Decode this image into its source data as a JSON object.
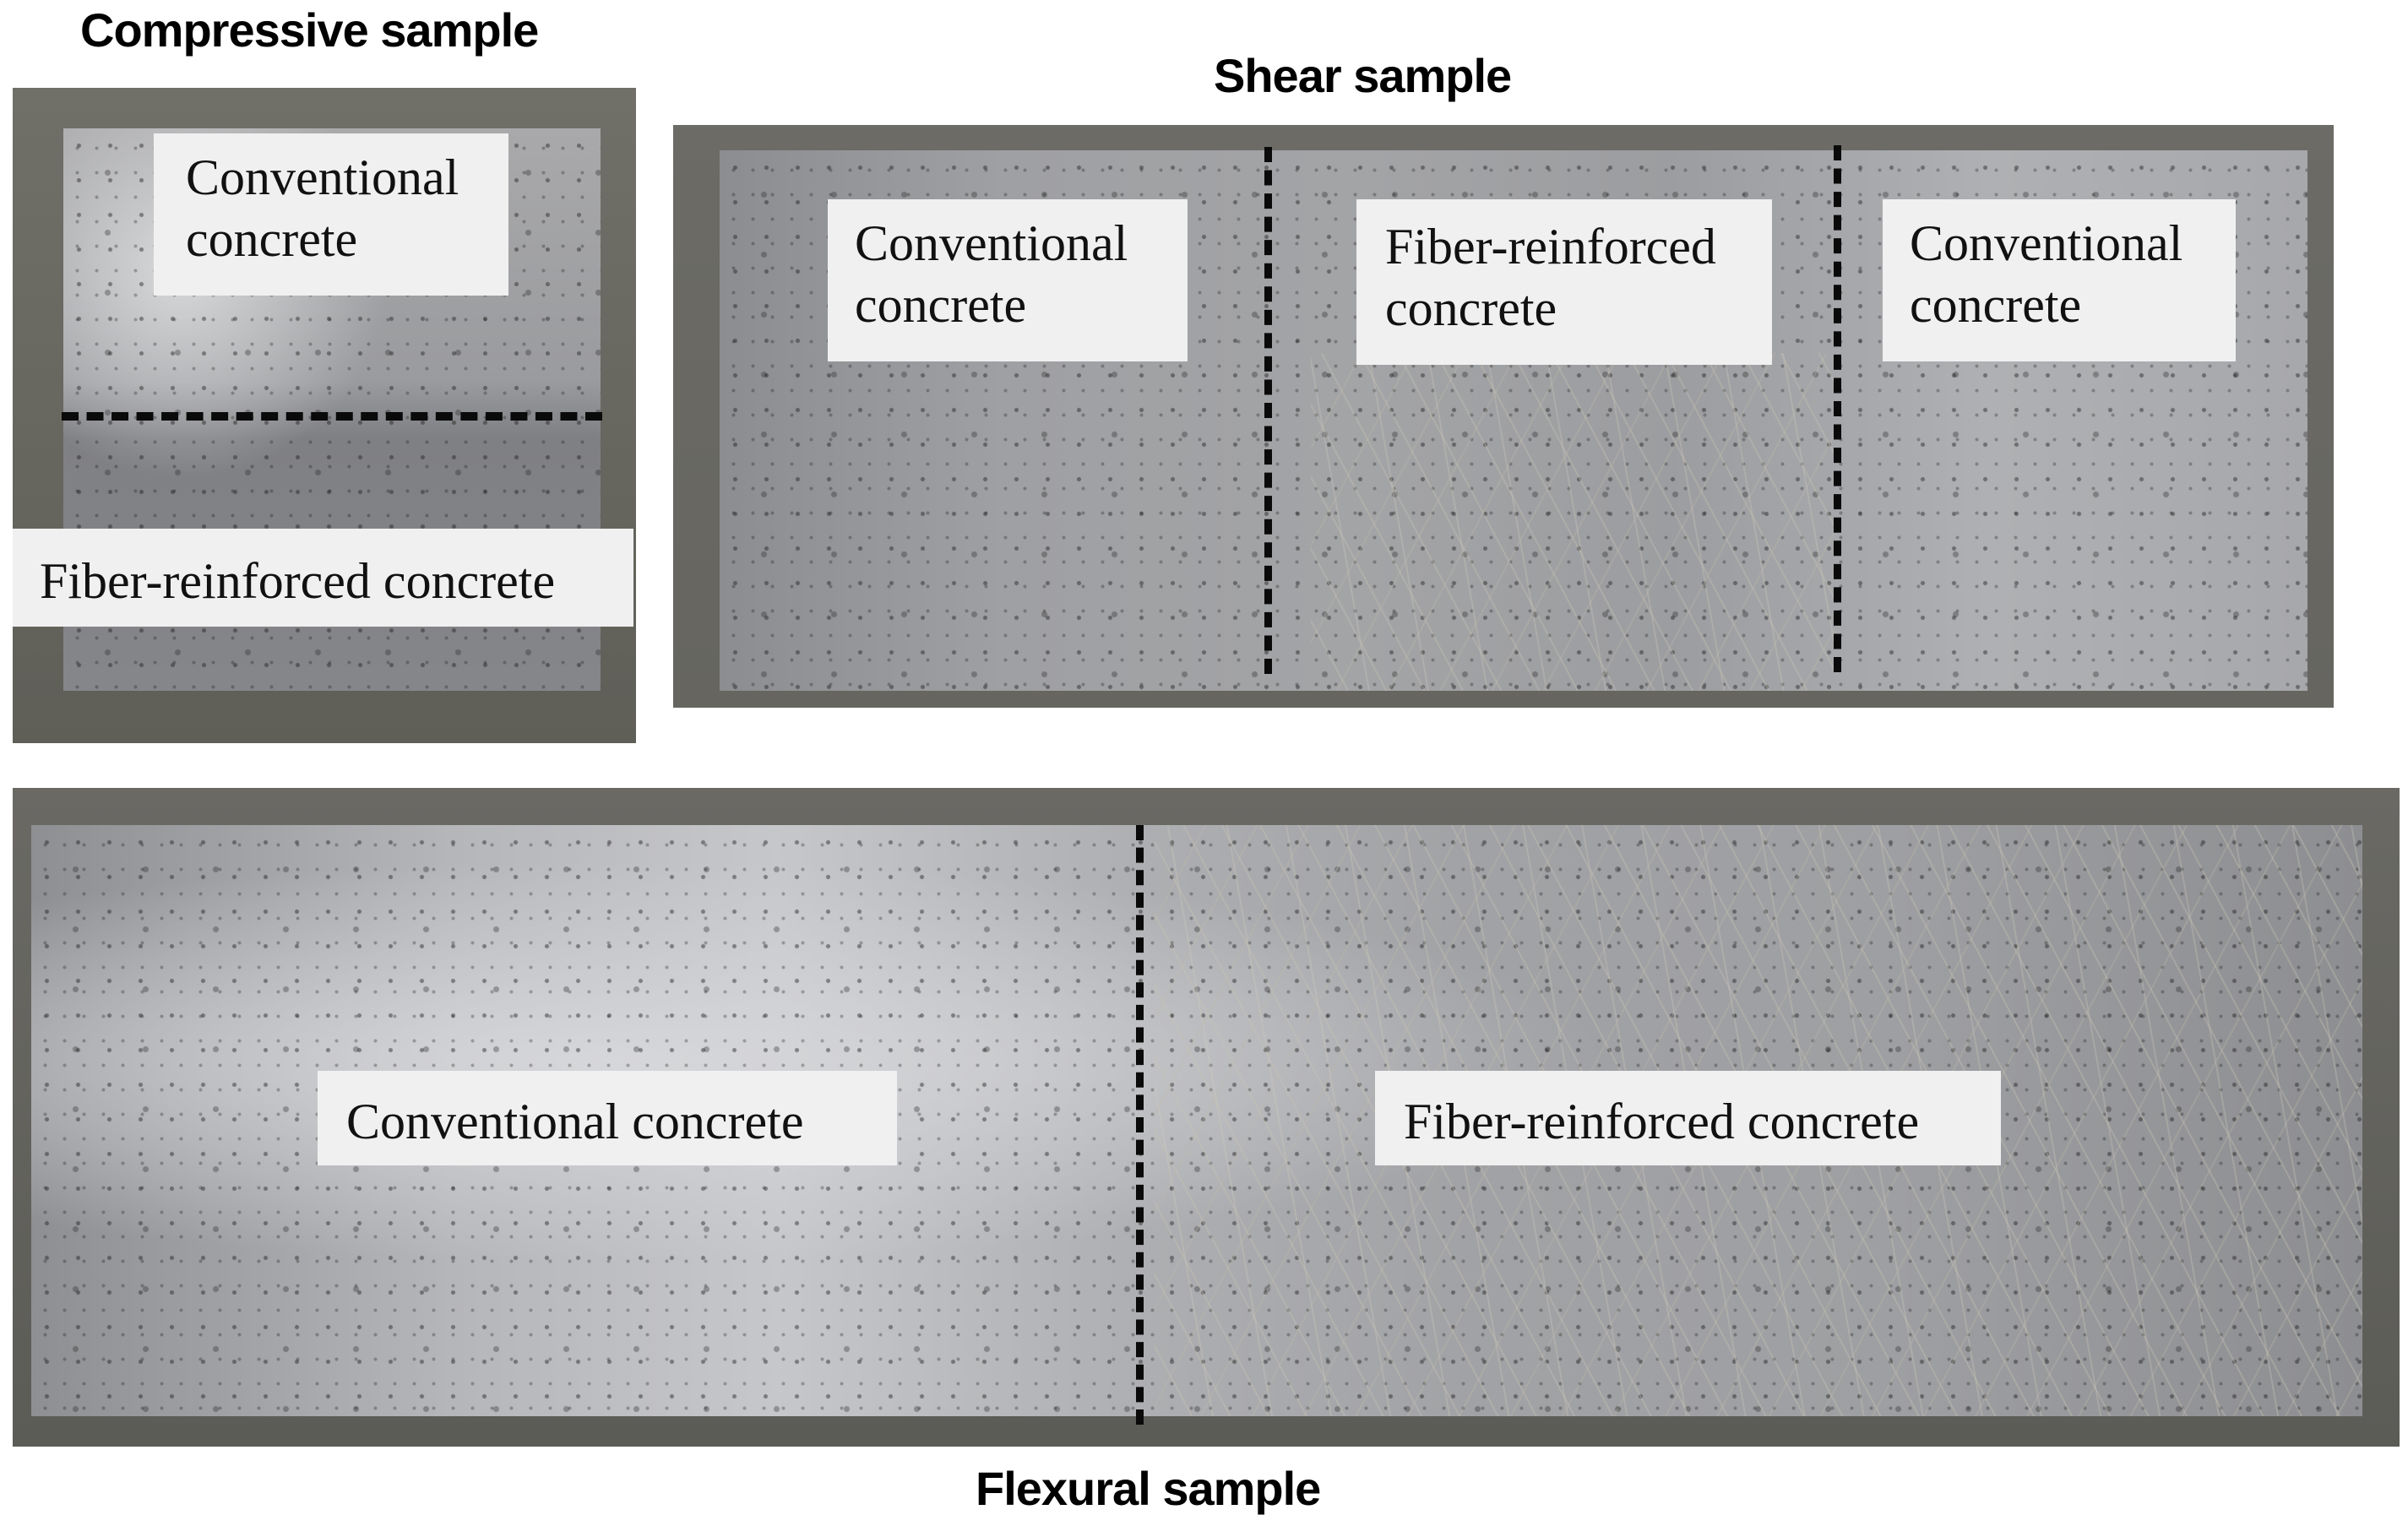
{
  "titles": {
    "compressive": "Compressive sample",
    "shear": "Shear sample",
    "flexural": "Flexural sample"
  },
  "compressive": {
    "top_label": "Conventional\nconcrete",
    "bottom_label": "Fiber-reinforced concrete"
  },
  "shear": {
    "left_label": "Conventional\nconcrete",
    "middle_label": "Fiber-reinforced\nconcrete",
    "right_label": "Conventional\nconcrete"
  },
  "flexural": {
    "left_label": "Conventional concrete",
    "right_label": "Fiber-reinforced concrete"
  }
}
